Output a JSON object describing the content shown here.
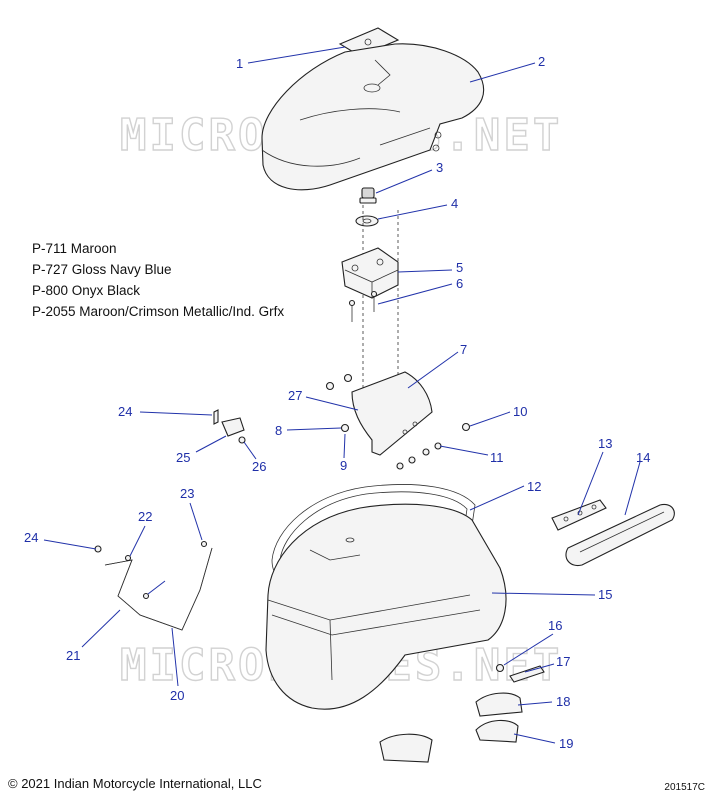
{
  "color_codes": [
    "P-711 Maroon",
    "P-727 Gloss Navy Blue",
    "P-800 Onyx Black",
    "P-2055 Maroon/Crimson Metallic/Ind. Grfx"
  ],
  "watermark": "MICROFICHES.NET",
  "copyright": "© 2021 Indian Motorcycle International, LLC",
  "drawing_id": "201517C",
  "callouts": [
    "1",
    "2",
    "3",
    "4",
    "5",
    "6",
    "7",
    "8",
    "9",
    "10",
    "11",
    "12",
    "13",
    "14",
    "15",
    "16",
    "17",
    "18",
    "19",
    "20",
    "21",
    "22",
    "23",
    "24",
    "24",
    "25",
    "26",
    "27"
  ],
  "colors": {
    "callout": "#1f2fa8",
    "line": "#222222",
    "watermark": "#d2d2d2"
  }
}
